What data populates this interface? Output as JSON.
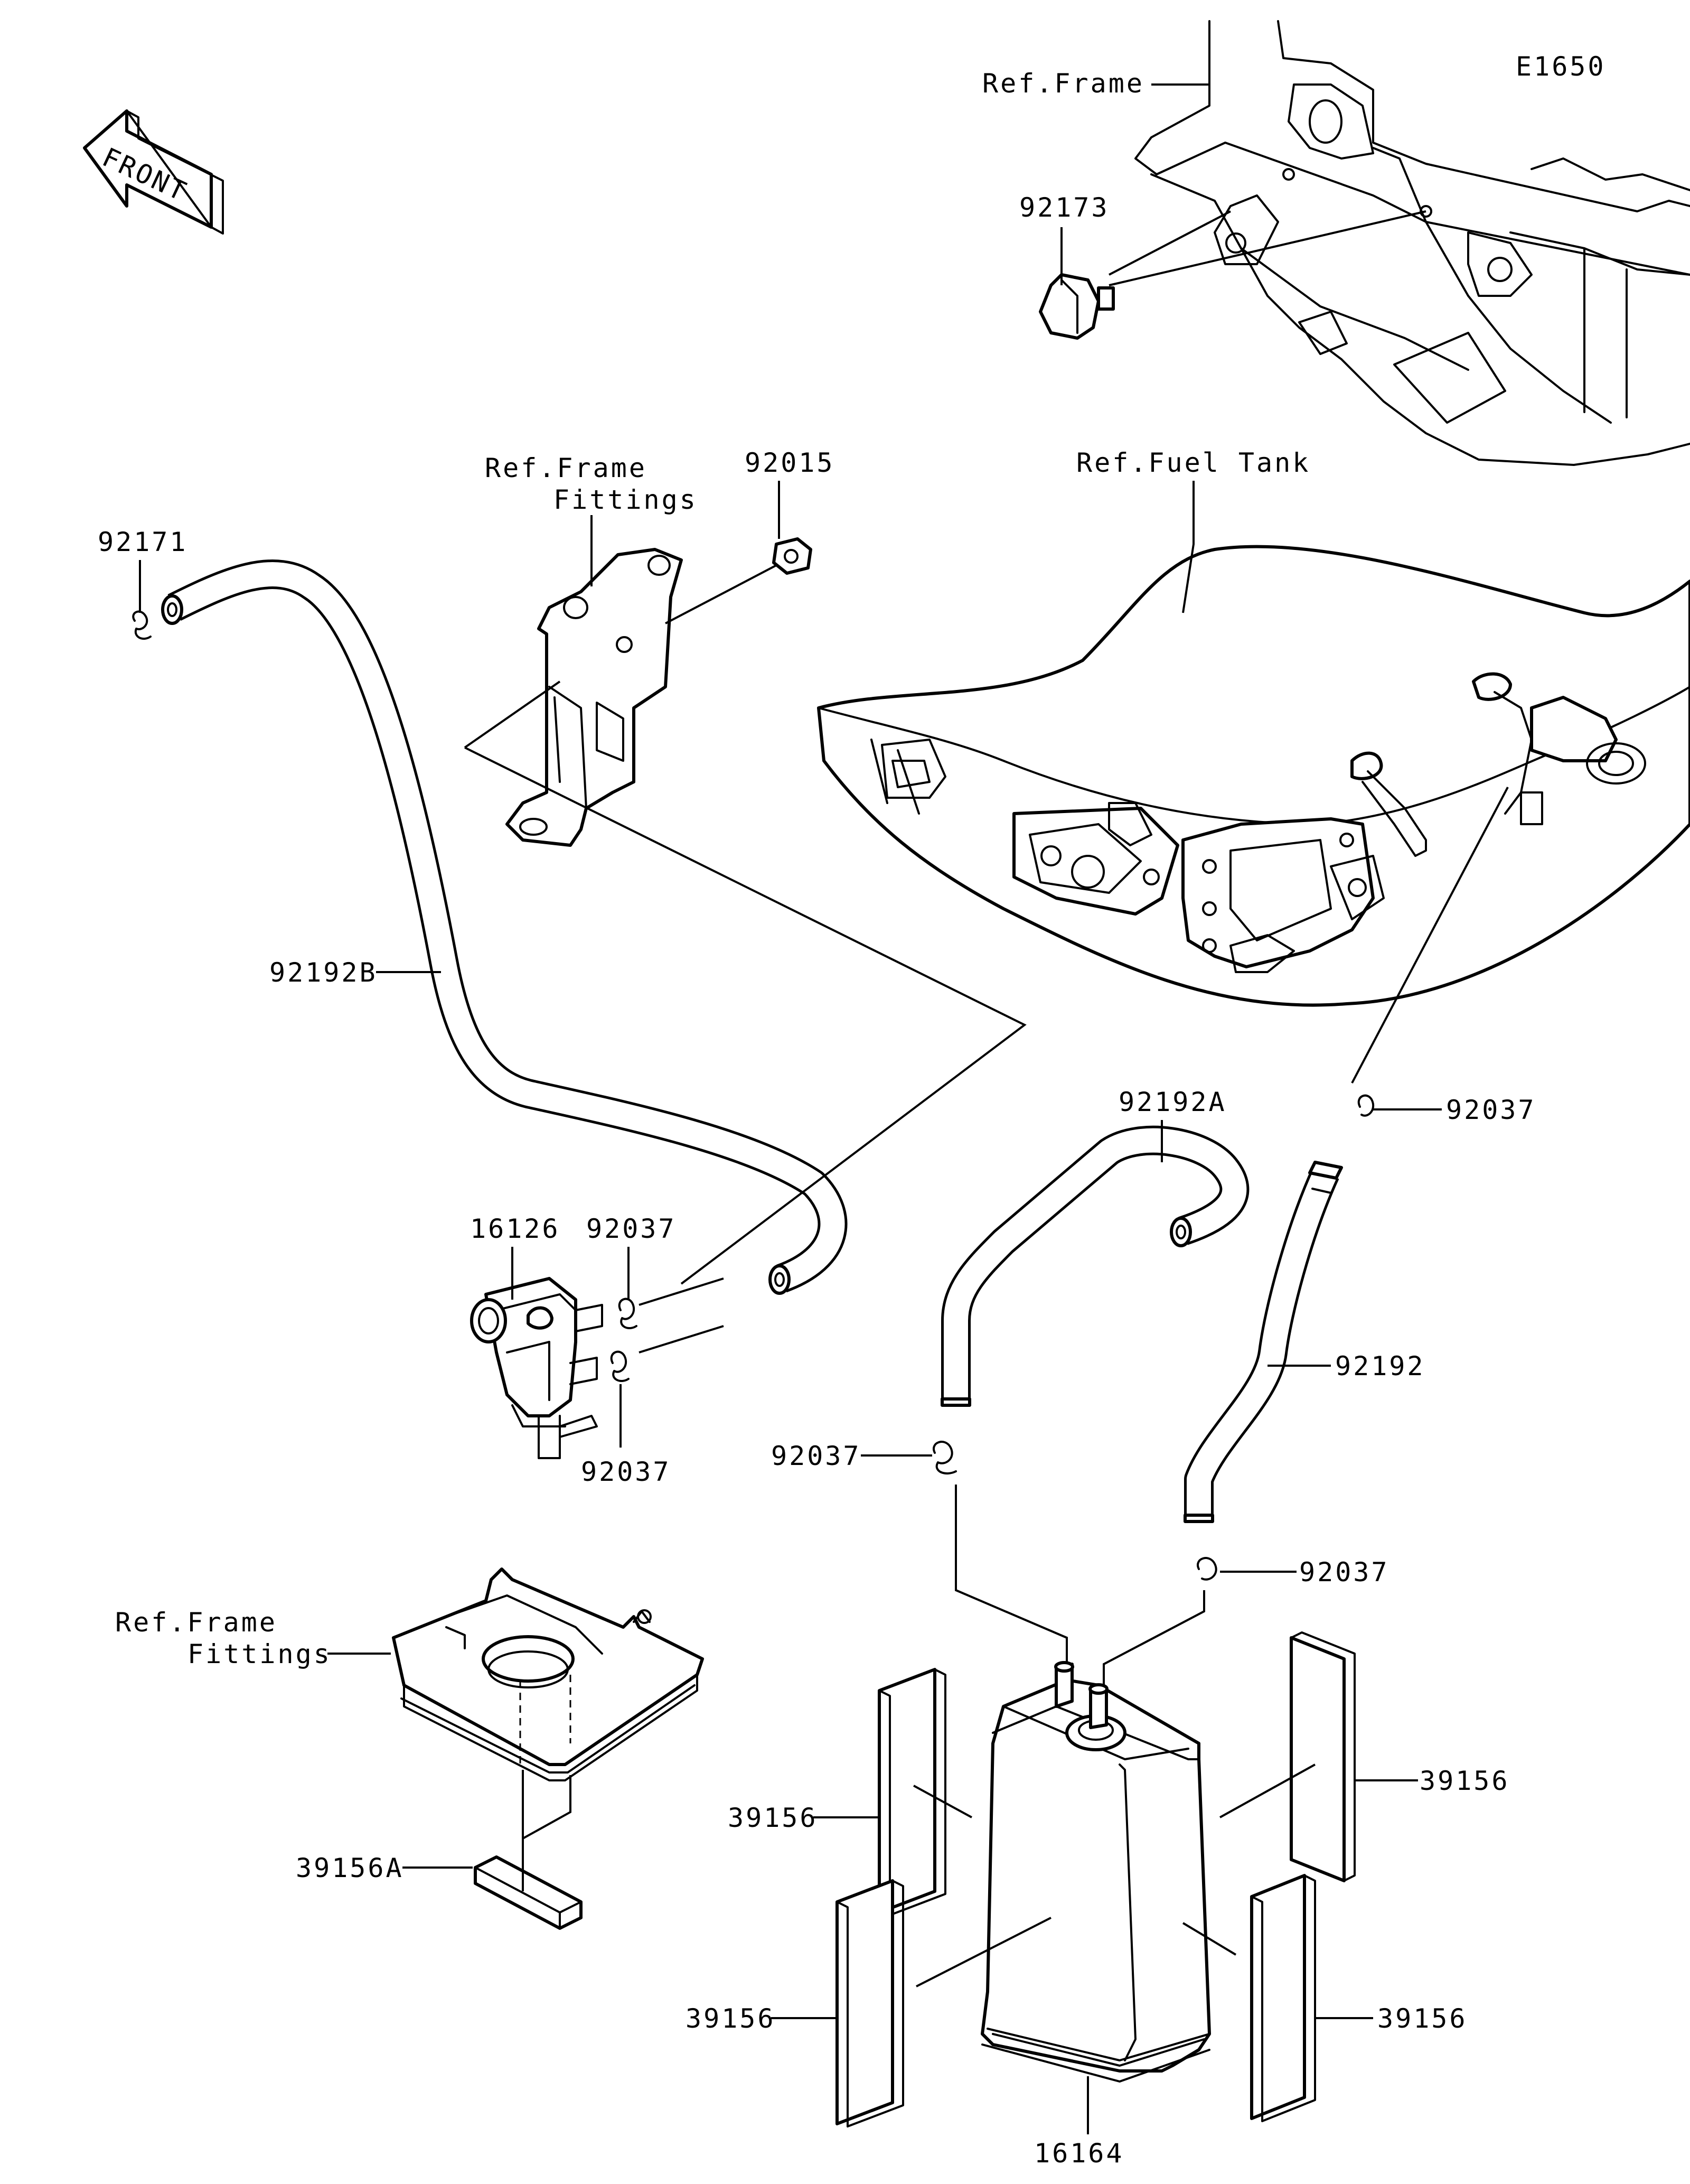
{
  "diagram_id": "E1650",
  "front_label": "FRONT",
  "labels": {
    "ref_frame_top": "Ref.Frame",
    "p92173": "92173",
    "ref_frame_fittings_a1": "Ref.Frame",
    "ref_frame_fittings_a2": "Fittings",
    "p92015": "92015",
    "ref_fuel_tank": "Ref.Fuel Tank",
    "p92171": "92171",
    "p92192B": "92192B",
    "p92192A": "92192A",
    "p92037_tank": "92037",
    "p16126": "16126",
    "p92037_valve_top": "92037",
    "p92037_valve_bottom": "92037",
    "p92192": "92192",
    "p92037_hoseA": "92037",
    "p92037_hose": "92037",
    "ref_frame_fittings_b1": "Ref.Frame",
    "ref_frame_fittings_b2": "Fittings",
    "p39156A": "39156A",
    "p39156_left_upper": "39156",
    "p39156_right_upper": "39156",
    "p39156_left_lower": "39156",
    "p39156_right_lower": "39156",
    "p16164": "16164"
  }
}
